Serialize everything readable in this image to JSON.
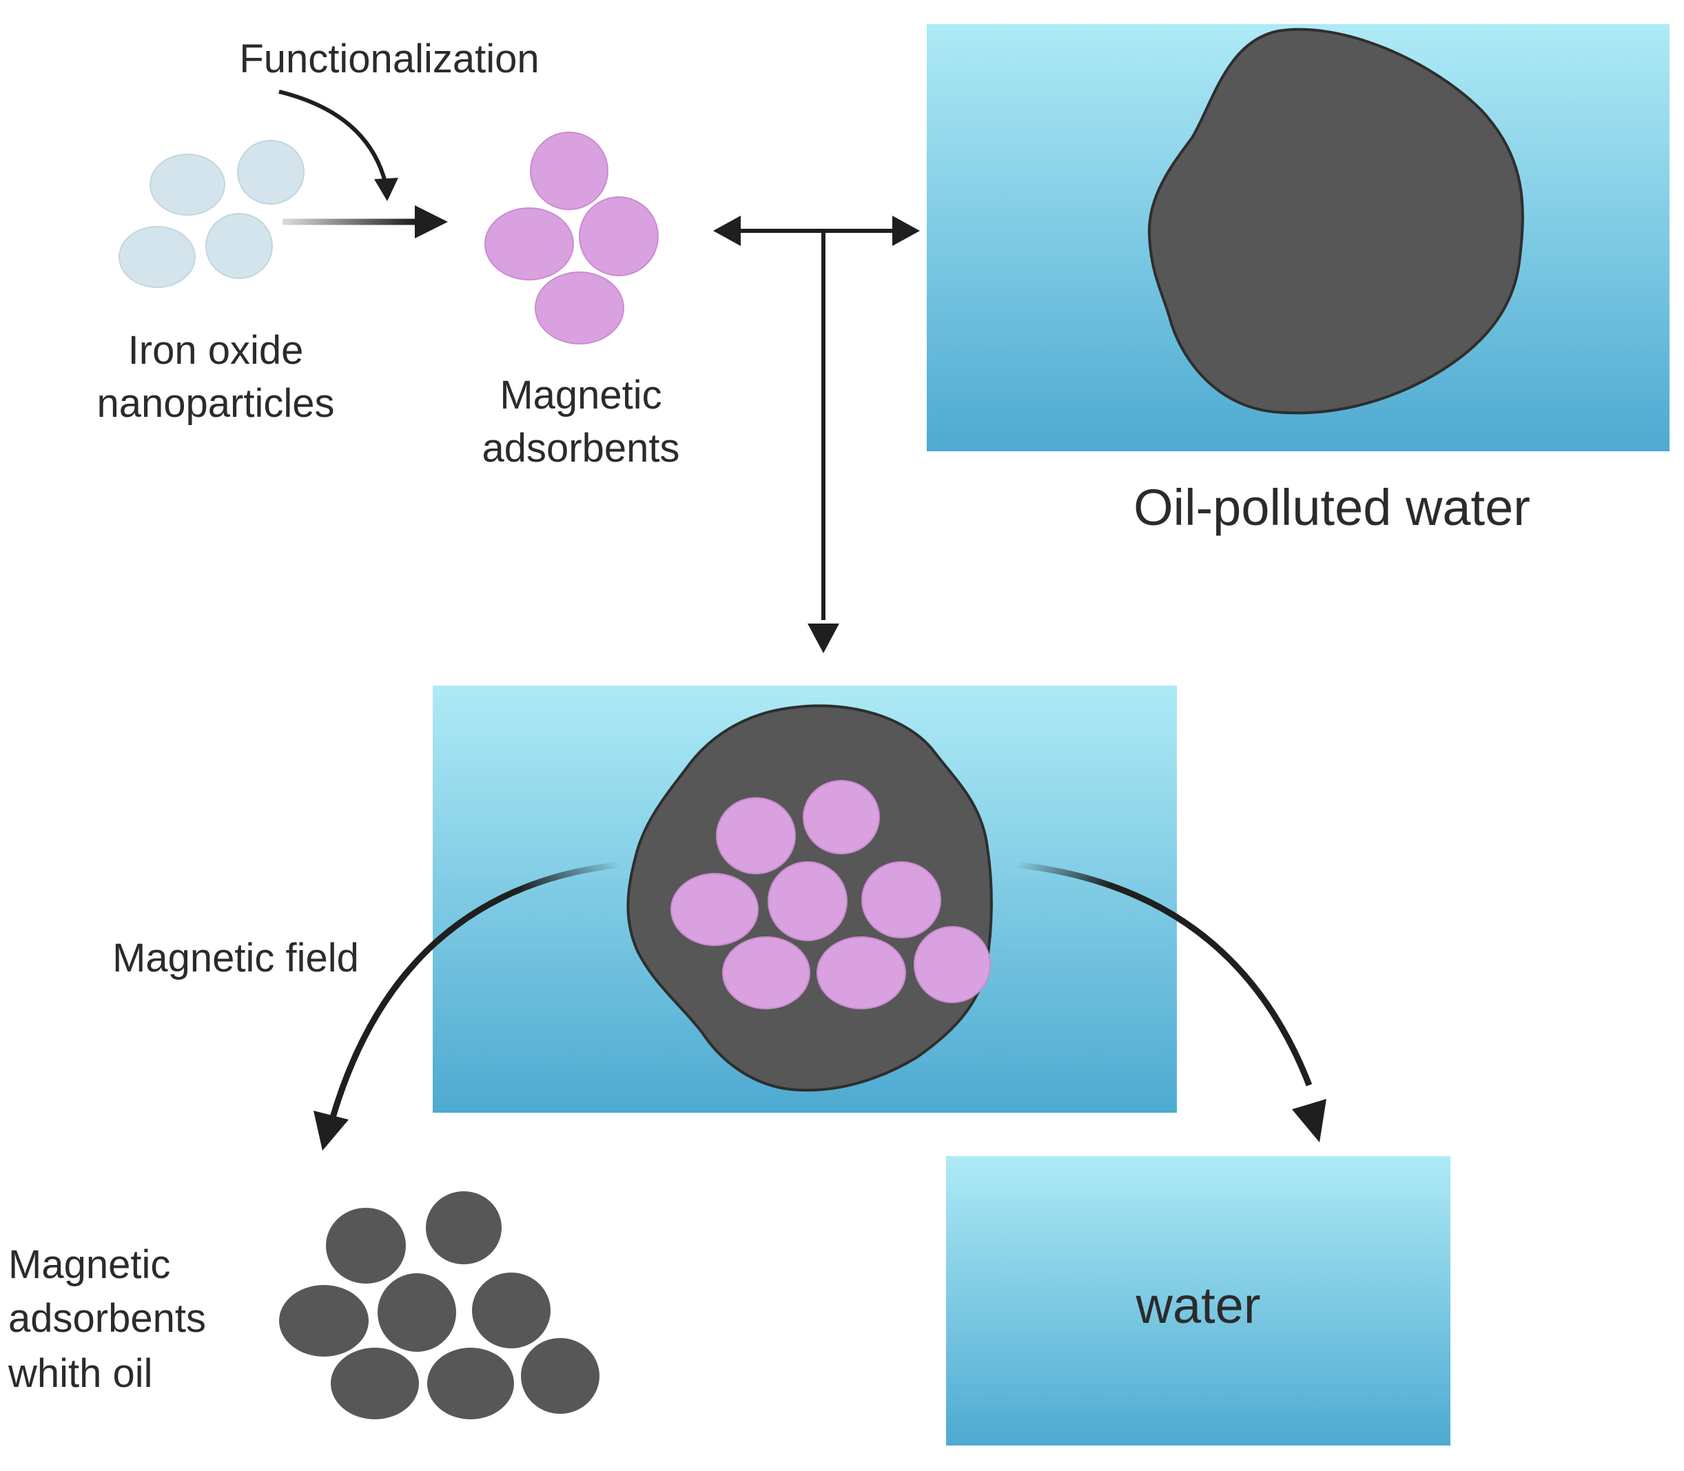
{
  "labels": {
    "functionalization": "Functionalization",
    "iron_oxide_line1": "Iron oxide",
    "iron_oxide_line2": "nanoparticles",
    "magnetic_adsorbents_line1": "Magnetic",
    "magnetic_adsorbents_line2": "adsorbents",
    "oil_polluted_water": "Oil-polluted water",
    "magnetic_field": "Magnetic field",
    "adsorbents_with_oil_line1": "Magnetic",
    "adsorbents_with_oil_line2": "adsorbents",
    "adsorbents_with_oil_line3": "whith oil",
    "water": "water"
  },
  "colors": {
    "nanoparticle": "#d3e4ec",
    "adsorbent": "#d9a1df",
    "oil": "#575757",
    "oil_outline": "#2e2e2e",
    "water_top": "#aeeaf6",
    "water_bottom": "#4eaad1",
    "arrow": "#1f1f1f",
    "text": "#2b2b2b"
  }
}
